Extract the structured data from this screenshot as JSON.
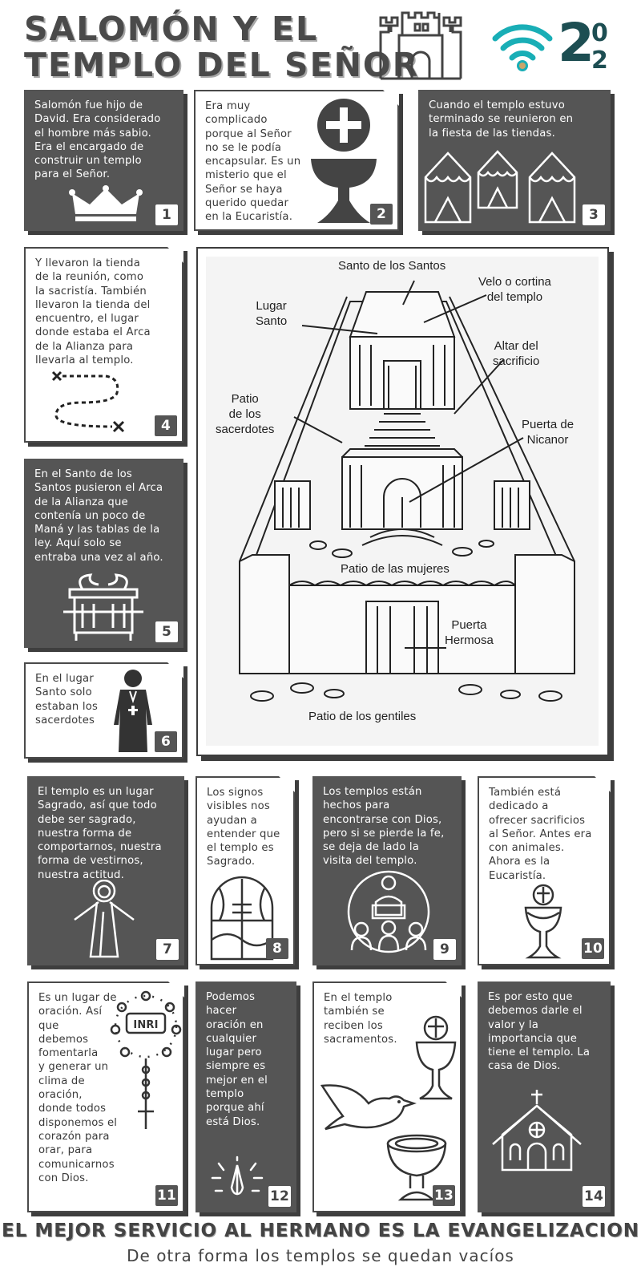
{
  "header": {
    "title_line1": "SALOMÓN Y EL",
    "title_line2": "TEMPLO DEL SEÑOR",
    "logo_number_big": "2",
    "logo_number_small": "0",
    "logo_number_sub": "2"
  },
  "cards": [
    {
      "num": "1",
      "text": "Salomón fue hijo de\nDavid. Era considerado\nel hombre más sabio.\nEra el encargado de\nconstruir un templo\npara el Señor.",
      "icon": "crown-icon"
    },
    {
      "num": "2",
      "text": "Era muy\ncomplicado\nporque al Señor\nno se le podía\nencapsular. Es un\nmisterio que el\nSeñor se haya\nquerido quedar\nen la Eucaristía.",
      "icon": "chalice-host-icon"
    },
    {
      "num": "3",
      "text": "Cuando el templo estuvo\nterminado se reunieron en\nla fiesta de las tiendas.",
      "icon": "tents-icon"
    },
    {
      "num": "4",
      "text": "Y llevaron la tienda\nde la reunión, como\nla sacristía. También\nllevaron la tienda del\nencuentro, el lugar\ndonde estaba el Arca\nde la Alianza para\nllevarla al templo.",
      "icon": "path-map-icon"
    },
    {
      "num": "5",
      "text": "En el Santo de los\nSantos pusieron el Arca\nde la Alianza que\ncontenía un poco de\nManá y las tablas de la\nley. Aquí solo se\nentraba una vez al año.",
      "icon": "ark-icon"
    },
    {
      "num": "6",
      "text": "En el lugar\nSanto solo\nestaban los\nsacerdotes",
      "icon": "priest-icon"
    },
    {
      "num": "7",
      "text": "El templo es un lugar\nSagrado, así que todo\ndebe ser sagrado,\nnuestra forma de\ncomportarnos, nuestra\nforma de vestirnos,\nnuestra actitud.",
      "icon": "jesus-icon"
    },
    {
      "num": "8",
      "text": "Los signos\nvisibles nos\nayudan a\nentender que\nel templo es\nSagrado.",
      "icon": "stained-window-icon"
    },
    {
      "num": "9",
      "text": "Los templos están\nhechos para\nencontrarse con Dios,\npero si se pierde la fe,\nse deja de lado la\nvisita del templo.",
      "icon": "congregation-icon"
    },
    {
      "num": "10",
      "text": "También está\ndedicado a\nofrecer sacrificios\nal Señor. Antes era\ncon animales.\nAhora es la\nEucaristía.",
      "icon": "chalice-icon"
    },
    {
      "num": "11",
      "text": "Es un lugar de\noración. Así\nque\ndebemos\nfomentarla\ny generar un\nclima de\noración,\ndonde todos\ndisponemos el\ncorazón para\norar, para\ncomunicarnos\ncon Dios.",
      "icon": "rosary-icon",
      "inri": "INRI"
    },
    {
      "num": "12",
      "text": "Podemos\nhacer\noración en\ncualquier\nlugar pero\nsiempre es\nmejor en el\ntemplo\nporque ahí\nestá Dios.",
      "icon": "praying-hands-icon"
    },
    {
      "num": "13",
      "text": "En el templo\ntambién se\nreciben los\nsacramentos.",
      "icon": "dove-font-icon"
    },
    {
      "num": "14",
      "text": "Es por esto que\ndebemos darle el\nvalor y la\nimportancia que\ntiene el templo. La\ncasa de Dios.",
      "icon": "church-icon"
    }
  ],
  "temple_labels": {
    "santo_santos": "Santo de los Santos",
    "velo": "Velo o cortina\ndel templo",
    "lugar_santo": "Lugar\nSanto",
    "altar": "Altar del\nsacrificio",
    "patio_sacerdotes": "Patio\nde los\nsacerdotes",
    "puerta_nicanor": "Puerta de\nNicanor",
    "patio_mujeres": "Patio de las mujeres",
    "puerta_hermosa": "Puerta\nHermosa",
    "patio_gentiles": "Patio de los gentiles"
  },
  "footer": {
    "title": "EL MEJOR SERVICIO AL HERMANO ES LA EVANGELIZACION",
    "subtitle": "De otra forma los templos se quedan vacíos"
  },
  "colors": {
    "dark_card": "#555555",
    "accent_teal": "#1ab0b8",
    "text_dark": "#3c3c3c"
  }
}
